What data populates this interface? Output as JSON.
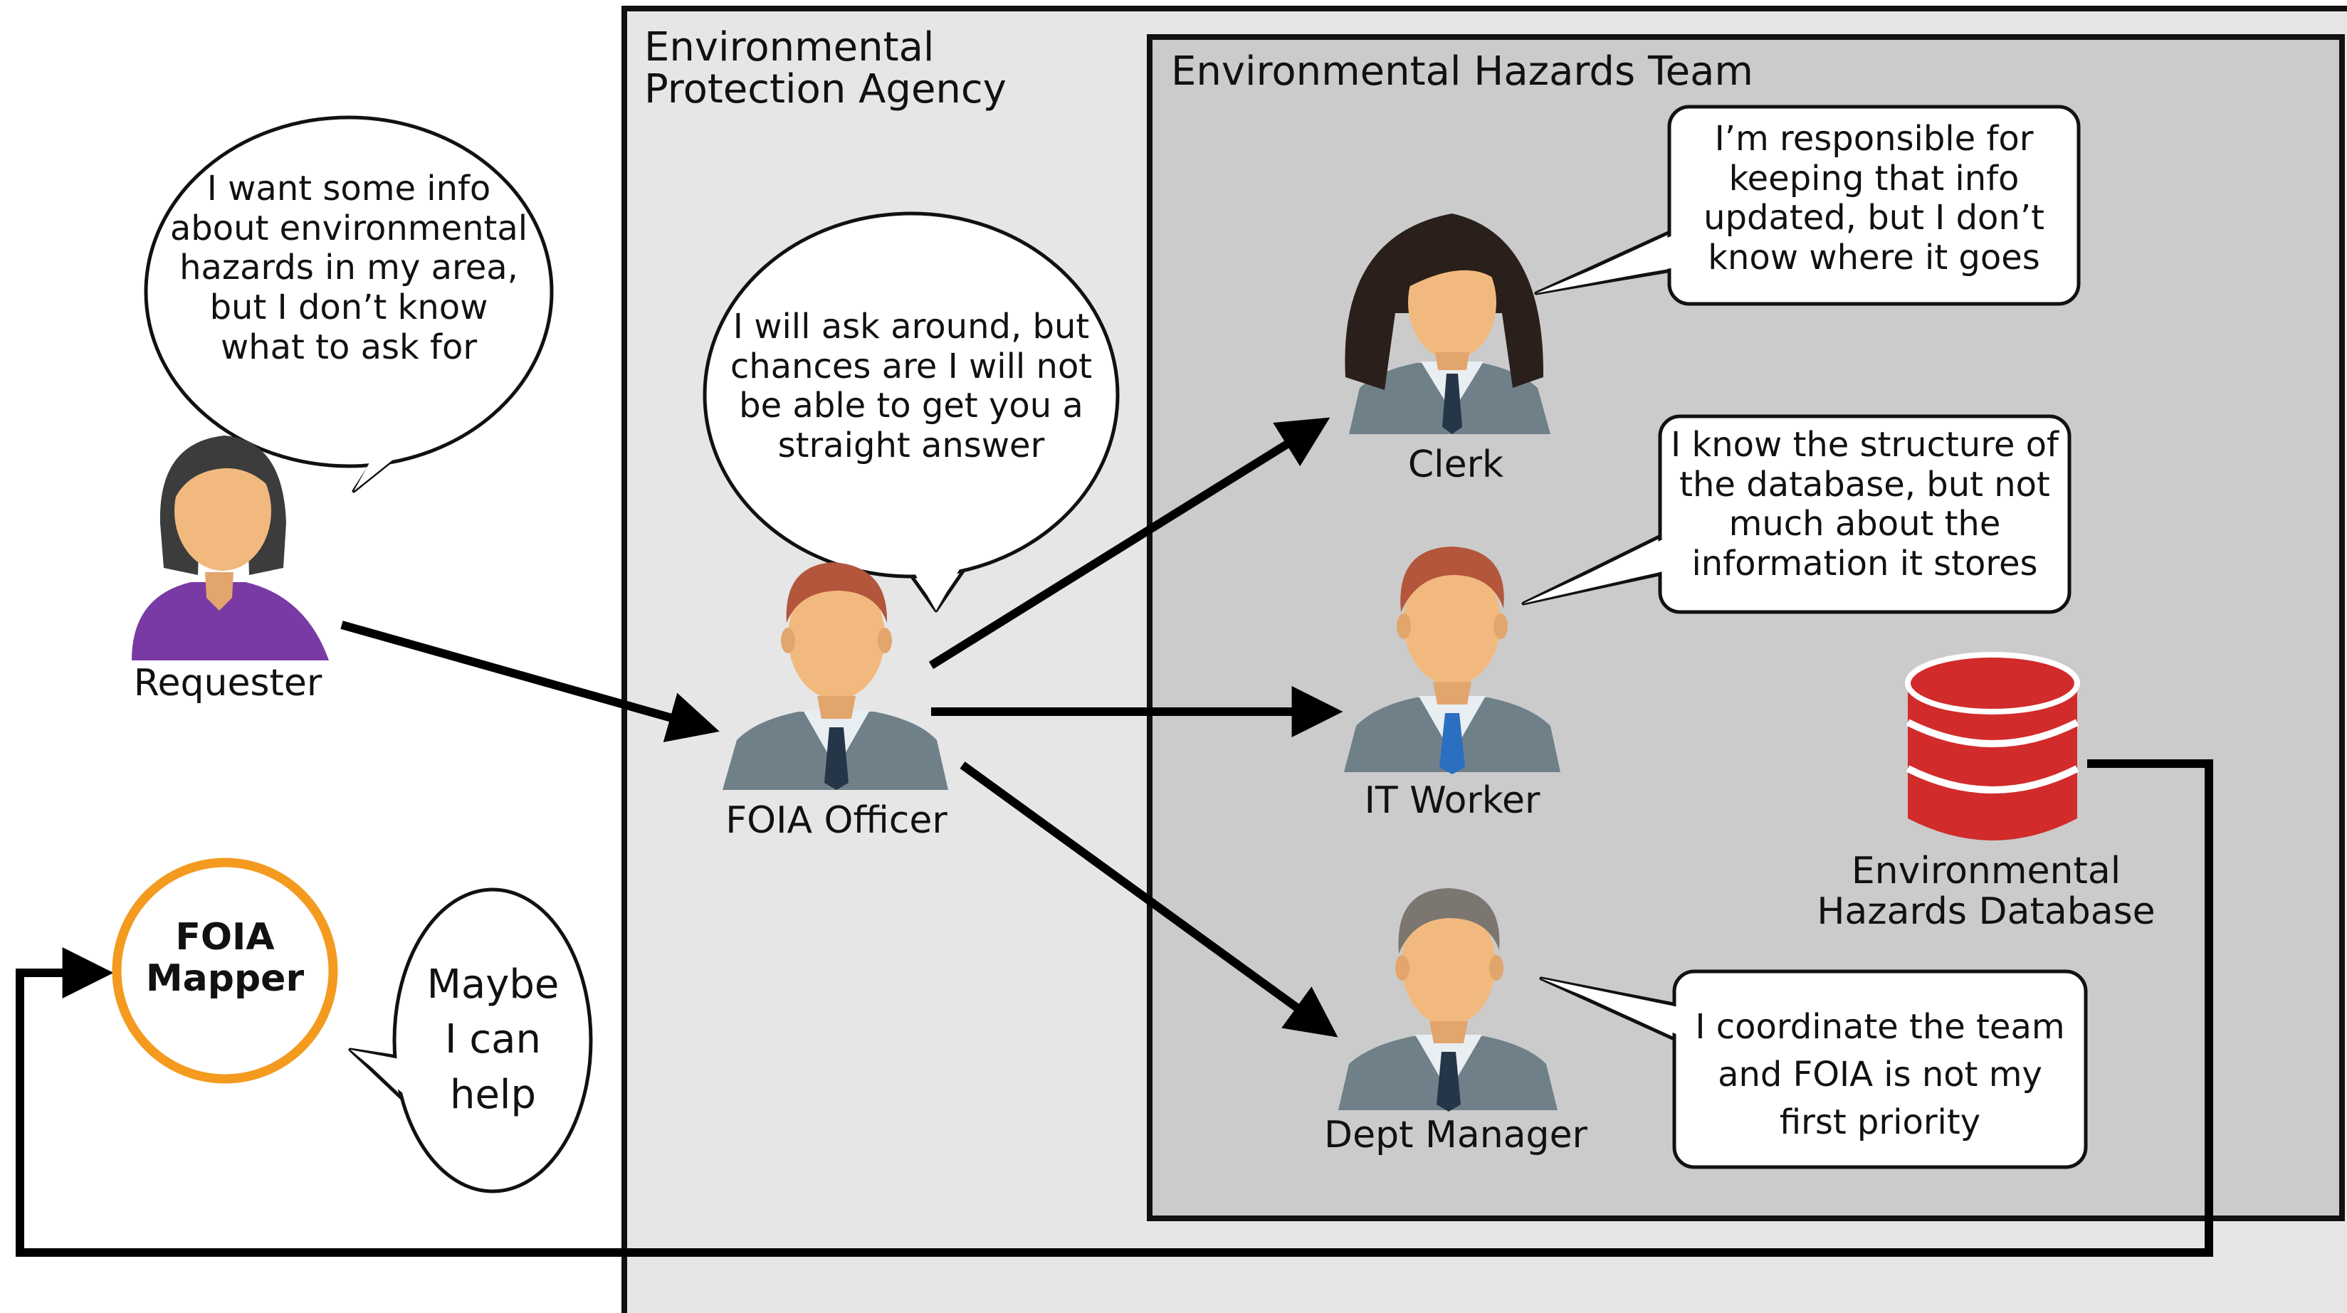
{
  "agency": {
    "title": "Environmental\nProtection Agency"
  },
  "team": {
    "title": "Environmental Hazards Team"
  },
  "requester": {
    "label": "Requester",
    "speech": "I want some info\nabout environmental\nhazards in my area,\nbut I don’t know\nwhat to ask for"
  },
  "officer": {
    "label": "FOIA Officer",
    "speech": "I will ask around, but\nchances are I will not\nbe able to get you a\nstraight answer"
  },
  "clerk": {
    "label": "Clerk",
    "speech": "I’m responsible for\nkeeping that info\nupdated, but I don’t\nknow where it goes"
  },
  "it_worker": {
    "label": "IT Worker",
    "speech": "I know the structure of\nthe database, but not\nmuch about the\ninformation it stores"
  },
  "manager": {
    "label": "Dept Manager",
    "speech": "I coordinate the team\nand FOIA is not my\nfirst priority"
  },
  "database": {
    "label": "Environmental\nHazards Database",
    "icon": "database-icon"
  },
  "mapper": {
    "label": "FOIA\nMapper",
    "speech": "Maybe\nI can\nhelp"
  },
  "colors": {
    "agency_bg": "#e6e6e6",
    "team_bg": "#cbcbcb",
    "mapper_ring": "#f39a1f",
    "database": "#d22b2b",
    "requester_shirt": "#7a3aa5",
    "suit": "#6f8089"
  }
}
